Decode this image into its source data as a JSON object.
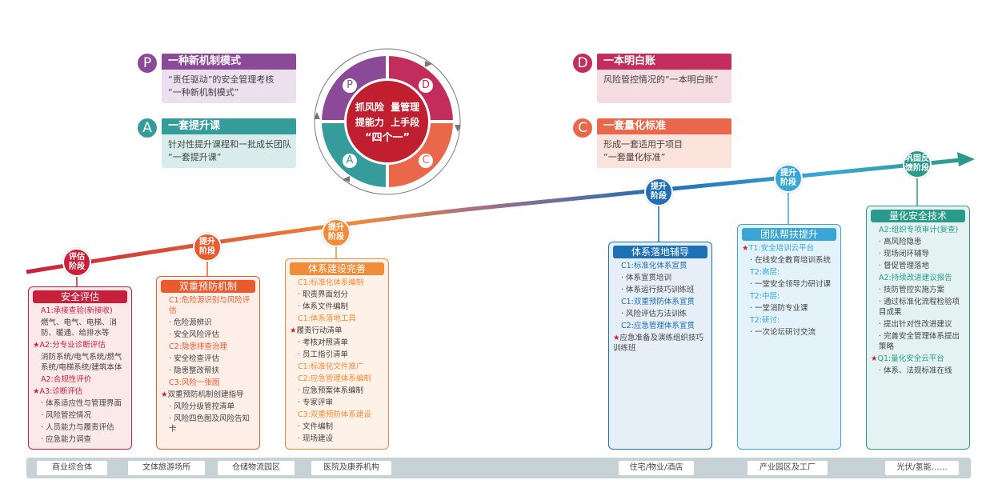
{
  "colors": {
    "p": "#8a4a97",
    "d": "#c22d5d",
    "a": "#359c9b",
    "c": "#e9674a",
    "center": "#c01f2f"
  },
  "pdca": {
    "p": {
      "letter": "P",
      "title": "一种新机制模式",
      "lines": [
        "“责任驱动”的安全管理考核",
        "“一种新机制模式”"
      ]
    },
    "a": {
      "letter": "A",
      "title": "一套提升课",
      "lines": [
        "针对性提升课程和一批成长团队",
        "“一套提升课”"
      ]
    },
    "d": {
      "letter": "D",
      "title": "一本明白账",
      "lines": [
        "风险管控情况的“一本明白账”"
      ]
    },
    "c": {
      "letter": "C",
      "title": "一套量化标准",
      "lines": [
        "形成一套适用于项目",
        "“一套量化标准”"
      ]
    }
  },
  "wheel": {
    "line1": "抓风险  量管理",
    "line2": "提能力  上手段",
    "line3": "“四个一”",
    "p": "P",
    "d": "D",
    "a": "A",
    "c": "C"
  },
  "stages": [
    "评估\n阶段",
    "提升\n阶段",
    "提升\n阶段",
    "提升\n阶段",
    "提升\n阶段",
    "巩固反\n馈阶段"
  ],
  "boxes": [
    {
      "title": "安全评估",
      "items": [
        {
          "t": "A1:承接查验(新接收)",
          "k": "head"
        },
        {
          "t": "燃气、电气、电梯、消防、暖通、给排水等",
          "k": "text"
        },
        {
          "t": "A2:分专业诊断评估",
          "k": "starhead"
        },
        {
          "t": "消防系统/电气系统/燃气系统/电梯系统/建筑本体",
          "k": "text"
        },
        {
          "t": "A2:合规性评价",
          "k": "head"
        },
        {
          "t": "A3:诊断评估",
          "k": "starhead"
        },
        {
          "t": "体系适应性与管理界面",
          "k": "bullet"
        },
        {
          "t": "风险管控情况",
          "k": "bullet"
        },
        {
          "t": "人员能力与履责评估",
          "k": "bullet"
        },
        {
          "t": "应急能力调查",
          "k": "bullet"
        }
      ]
    },
    {
      "title": "双重预防机制",
      "items": [
        {
          "t": "C1:危险源识别与风险评估",
          "k": "head"
        },
        {
          "t": "危险源辨识",
          "k": "bullet"
        },
        {
          "t": "安全风险评估",
          "k": "bullet"
        },
        {
          "t": "C2:隐患排查治理",
          "k": "head"
        },
        {
          "t": "安全检查评估",
          "k": "bullet"
        },
        {
          "t": "隐患整改帮扶",
          "k": "bullet"
        },
        {
          "t": "C3:风险一张图",
          "k": "head"
        },
        {
          "t": "双重预防机制创建指导",
          "k": "star"
        },
        {
          "t": "风险分级管控清单",
          "k": "bullet"
        },
        {
          "t": "风险四色图及风险告知卡",
          "k": "bullet"
        }
      ]
    },
    {
      "title": "体系建设完善",
      "items": [
        {
          "t": "C1:标准化体系编制",
          "k": "head"
        },
        {
          "t": "职责界面划分",
          "k": "bullet"
        },
        {
          "t": "体系文件编制",
          "k": "bullet"
        },
        {
          "t": "C1:体系落地工具",
          "k": "head"
        },
        {
          "t": "履责行动清单",
          "k": "star"
        },
        {
          "t": "考核对照清单",
          "k": "bullet"
        },
        {
          "t": "员工指引清单",
          "k": "bullet"
        },
        {
          "t": "C1:标准化文件推广",
          "k": "head"
        },
        {
          "t": "C2:应急管理体系编制",
          "k": "head"
        },
        {
          "t": "应急预案体系编制",
          "k": "bullet"
        },
        {
          "t": "专家评审",
          "k": "bullet"
        },
        {
          "t": "C3:双重预防体系建设",
          "k": "head"
        },
        {
          "t": "文件编制",
          "k": "bullet"
        },
        {
          "t": "现场建设",
          "k": "bullet"
        }
      ]
    },
    {
      "title": "体系落地辅导",
      "items": [
        {
          "t": "C1:标准化体系宣贯",
          "k": "head"
        },
        {
          "t": "体系宣贯培训",
          "k": "bullet"
        },
        {
          "t": "体系运行技巧训练班",
          "k": "bullet"
        },
        {
          "t": "C1:双重预防体系宣贯",
          "k": "head"
        },
        {
          "t": "风险评估方法训练",
          "k": "bullet"
        },
        {
          "t": "C2:应急管理体系宣贯",
          "k": "head"
        },
        {
          "t": "应急准备及演练组织技巧训练班",
          "k": "star"
        }
      ]
    },
    {
      "title": "团队帮扶提升",
      "items": [
        {
          "t": "T1:安全培训云平台",
          "k": "starhead"
        },
        {
          "t": "在线安全教育培训系统",
          "k": "bullet"
        },
        {
          "t": "T2:高层:",
          "k": "head"
        },
        {
          "t": "一堂安全领导力研讨课",
          "k": "bullet"
        },
        {
          "t": "T2:中层:",
          "k": "head"
        },
        {
          "t": "一堂消防专业课",
          "k": "bullet"
        },
        {
          "t": "T2:研讨:",
          "k": "head"
        },
        {
          "t": "一次论坛研讨交流",
          "k": "bullet"
        }
      ]
    },
    {
      "title": "量化安全技术",
      "items": [
        {
          "t": "A2:组织专项审计(复查)",
          "k": "head"
        },
        {
          "t": "高风险隐患",
          "k": "bullet"
        },
        {
          "t": "现场闭环辅导",
          "k": "bullet"
        },
        {
          "t": "督促管理落地",
          "k": "bullet"
        },
        {
          "t": "A2:持续改进建议报告",
          "k": "head"
        },
        {
          "t": "技防管控实施方案",
          "k": "bullet"
        },
        {
          "t": "通过标准化流程检验项目成果",
          "k": "bullet"
        },
        {
          "t": "提出针对性改进建议",
          "k": "bullet"
        },
        {
          "t": "完善安全管理体系提出策略",
          "k": "bullet"
        },
        {
          "t": "Q1:量化安全云平台",
          "k": "starhead"
        },
        {
          "t": "体系、法规标准在线",
          "k": "bullet"
        }
      ]
    }
  ],
  "tags": [
    "商业综合体",
    "文体旅游场所",
    "仓储物流园区",
    "医院及康养机构",
    "住宅/物业/酒店",
    "产业园区及工厂",
    "光伏/氢能……"
  ]
}
